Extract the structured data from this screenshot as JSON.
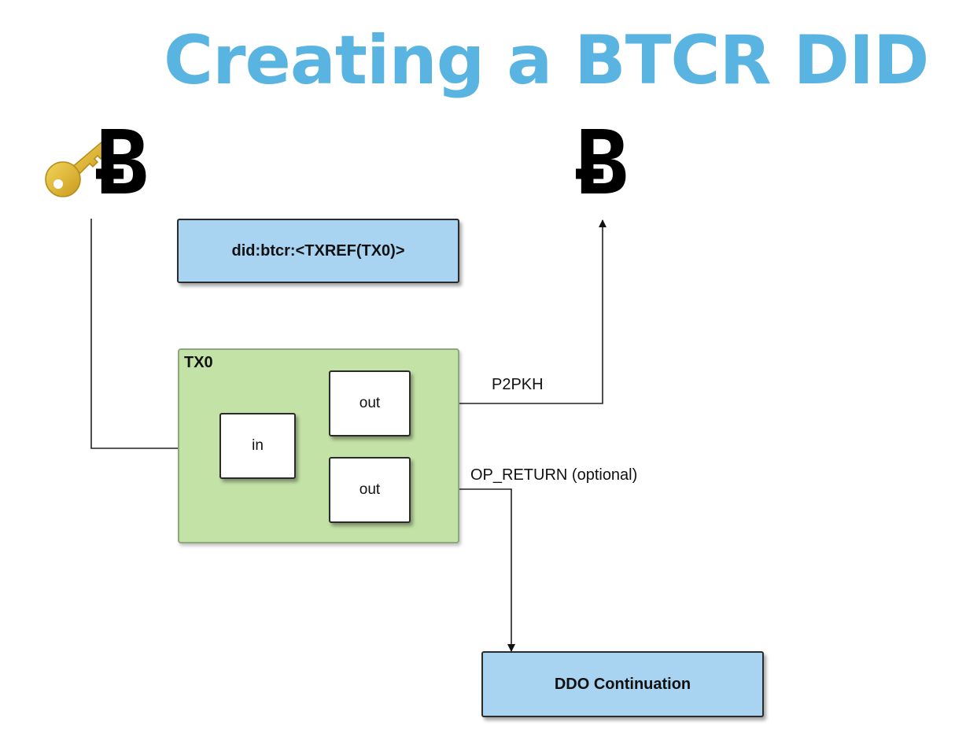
{
  "title": "Creating a BTCR DID",
  "icons": {
    "key": "key-icon",
    "bitcoin_left": "bitcoin-icon",
    "bitcoin_right": "bitcoin-icon",
    "bitcoin_glyph": "Ƀ",
    "key_color": "#e8c33a",
    "title_color": "#5ab4e2"
  },
  "nodes": {
    "did": "did:btcr:<TXREF(TX0)>",
    "tx_group": "TX0",
    "input": "in",
    "output_1": "out",
    "output_2": "out",
    "ddo": "DDO Continuation"
  },
  "edges": {
    "p2pkh": "P2PKH",
    "op_return": "OP_RETURN (optional)"
  },
  "colors": {
    "blue_box": "#a8d3f1",
    "green_group": "#c3e2a6"
  }
}
